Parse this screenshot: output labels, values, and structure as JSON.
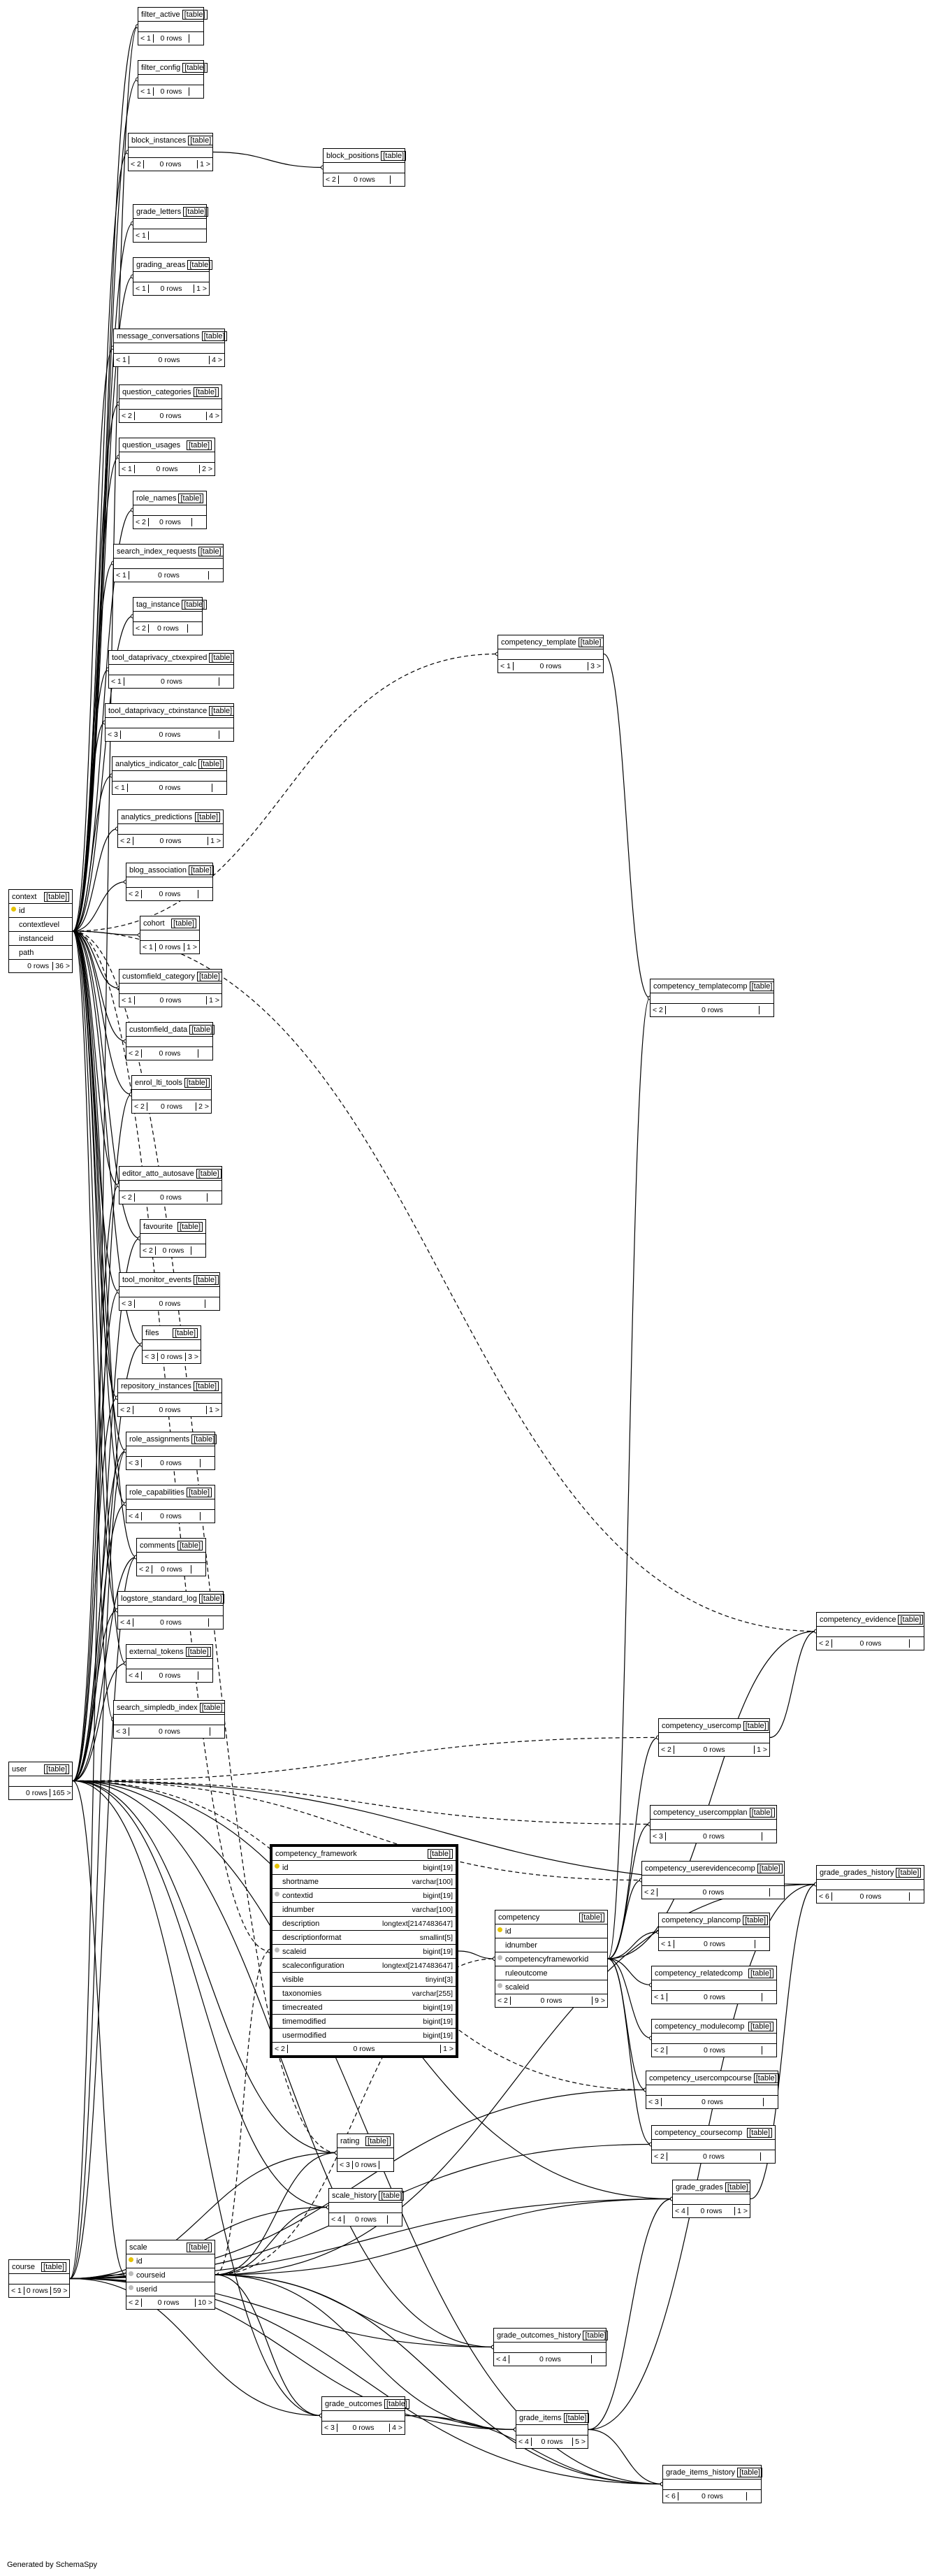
{
  "footer_text": "Generated by SchemaSpy",
  "tag_text": "[table]",
  "rows_suffix": "rows",
  "tables": [
    {
      "id": "filter_active",
      "name": "filter_active",
      "rows": "0",
      "parents": "1",
      "children": ""
    },
    {
      "id": "filter_config",
      "name": "filter_config",
      "rows": "0",
      "parents": "1",
      "children": ""
    },
    {
      "id": "block_instances",
      "name": "block_instances",
      "rows": "0",
      "parents": "2",
      "children": "1"
    },
    {
      "id": "block_positions",
      "name": "block_positions",
      "rows": "0",
      "parents": "2",
      "children": ""
    },
    {
      "id": "grade_letters",
      "name": "grade_letters",
      "rows": "",
      "parents": "1",
      "children": ""
    },
    {
      "id": "grading_areas",
      "name": "grading_areas",
      "rows": "0",
      "parents": "1",
      "children": "1"
    },
    {
      "id": "message_conversations",
      "name": "message_conversations",
      "rows": "0",
      "parents": "1",
      "children": "4"
    },
    {
      "id": "question_categories",
      "name": "question_categories",
      "rows": "0",
      "parents": "2",
      "children": "4"
    },
    {
      "id": "question_usages",
      "name": "question_usages",
      "rows": "0",
      "parents": "1",
      "children": "2"
    },
    {
      "id": "role_names",
      "name": "role_names",
      "rows": "0",
      "parents": "2",
      "children": ""
    },
    {
      "id": "search_index_requests",
      "name": "search_index_requests",
      "rows": "0",
      "parents": "1",
      "children": ""
    },
    {
      "id": "tag_instance",
      "name": "tag_instance",
      "rows": "0",
      "parents": "2",
      "children": ""
    },
    {
      "id": "tool_dataprivacy_ctxexpired",
      "name": "tool_dataprivacy_ctxexpired",
      "rows": "0",
      "parents": "1",
      "children": ""
    },
    {
      "id": "tool_dataprivacy_ctxinstance",
      "name": "tool_dataprivacy_ctxinstance",
      "rows": "0",
      "parents": "3",
      "children": ""
    },
    {
      "id": "analytics_indicator_calc",
      "name": "analytics_indicator_calc",
      "rows": "0",
      "parents": "1",
      "children": ""
    },
    {
      "id": "analytics_predictions",
      "name": "analytics_predictions",
      "rows": "0",
      "parents": "2",
      "children": "1"
    },
    {
      "id": "blog_association",
      "name": "blog_association",
      "rows": "0",
      "parents": "2",
      "children": ""
    },
    {
      "id": "cohort",
      "name": "cohort",
      "rows": "0",
      "parents": "1",
      "children": "1"
    },
    {
      "id": "customfield_category",
      "name": "customfield_category",
      "rows": "0",
      "parents": "1",
      "children": "1"
    },
    {
      "id": "customfield_data",
      "name": "customfield_data",
      "rows": "0",
      "parents": "2",
      "children": ""
    },
    {
      "id": "enrol_lti_tools",
      "name": "enrol_lti_tools",
      "rows": "0",
      "parents": "2",
      "children": "2"
    },
    {
      "id": "editor_atto_autosave",
      "name": "editor_atto_autosave",
      "rows": "0",
      "parents": "2",
      "children": ""
    },
    {
      "id": "favourite",
      "name": "favourite",
      "rows": "0",
      "parents": "2",
      "children": ""
    },
    {
      "id": "tool_monitor_events",
      "name": "tool_monitor_events",
      "rows": "0",
      "parents": "3",
      "children": ""
    },
    {
      "id": "files",
      "name": "files",
      "rows": "0",
      "parents": "3",
      "children": "3"
    },
    {
      "id": "repository_instances",
      "name": "repository_instances",
      "rows": "0",
      "parents": "2",
      "children": "1"
    },
    {
      "id": "role_assignments",
      "name": "role_assignments",
      "rows": "0",
      "parents": "3",
      "children": ""
    },
    {
      "id": "role_capabilities",
      "name": "role_capabilities",
      "rows": "0",
      "parents": "4",
      "children": ""
    },
    {
      "id": "comments",
      "name": "comments",
      "rows": "0",
      "parents": "2",
      "children": ""
    },
    {
      "id": "logstore_standard_log",
      "name": "logstore_standard_log",
      "rows": "0",
      "parents": "4",
      "children": ""
    },
    {
      "id": "external_tokens",
      "name": "external_tokens",
      "rows": "0",
      "parents": "4",
      "children": ""
    },
    {
      "id": "search_simpledb_index",
      "name": "search_simpledb_index",
      "rows": "0",
      "parents": "3",
      "children": ""
    },
    {
      "id": "context",
      "name": "context",
      "rows": "0",
      "parents": "",
      "children": "36",
      "columns": [
        {
          "name": "id",
          "key": "pk"
        },
        {
          "name": "contextlevel"
        },
        {
          "name": "instanceid"
        },
        {
          "name": "path"
        }
      ]
    },
    {
      "id": "user",
      "name": "user",
      "rows": "0",
      "parents": "",
      "children": "165"
    },
    {
      "id": "course",
      "name": "course",
      "rows": "0",
      "parents": "1",
      "children": "59"
    },
    {
      "id": "competency_template",
      "name": "competency_template",
      "rows": "0",
      "parents": "1",
      "children": "3"
    },
    {
      "id": "competency_templatecomp",
      "name": "competency_templatecomp",
      "rows": "0",
      "parents": "2",
      "children": ""
    },
    {
      "id": "competency_evidence",
      "name": "competency_evidence",
      "rows": "0",
      "parents": "2",
      "children": ""
    },
    {
      "id": "competency_usercomp",
      "name": "competency_usercomp",
      "rows": "0",
      "parents": "2",
      "children": "1"
    },
    {
      "id": "competency_usercompplan",
      "name": "competency_usercompplan",
      "rows": "0",
      "parents": "3",
      "children": ""
    },
    {
      "id": "competency_userevidencecomp",
      "name": "competency_userevidencecomp",
      "rows": "0",
      "parents": "2",
      "children": ""
    },
    {
      "id": "grade_grades_history",
      "name": "grade_grades_history",
      "rows": "0",
      "parents": "6",
      "children": ""
    },
    {
      "id": "competency_plancomp",
      "name": "competency_plancomp",
      "rows": "0",
      "parents": "1",
      "children": ""
    },
    {
      "id": "competency_relatedcomp",
      "name": "competency_relatedcomp",
      "rows": "0",
      "parents": "1",
      "children": ""
    },
    {
      "id": "competency_modulecomp",
      "name": "competency_modulecomp",
      "rows": "0",
      "parents": "2",
      "children": ""
    },
    {
      "id": "competency_usercompcourse",
      "name": "competency_usercompcourse",
      "rows": "0",
      "parents": "3",
      "children": ""
    },
    {
      "id": "competency_coursecomp",
      "name": "competency_coursecomp",
      "rows": "0",
      "parents": "2",
      "children": ""
    },
    {
      "id": "competency_framework",
      "name": "competency_framework",
      "rows": "0",
      "parents": "2",
      "children": "1",
      "columns": [
        {
          "name": "id",
          "type": "bigint[19]",
          "key": "pk"
        },
        {
          "name": "shortname",
          "type": "varchar[100]"
        },
        {
          "name": "contextid",
          "type": "bigint[19]",
          "key": "fk"
        },
        {
          "name": "idnumber",
          "type": "varchar[100]"
        },
        {
          "name": "description",
          "type": "longtext[2147483647]"
        },
        {
          "name": "descriptionformat",
          "type": "smallint[5]"
        },
        {
          "name": "scaleid",
          "type": "bigint[19]",
          "key": "fk"
        },
        {
          "name": "scaleconfiguration",
          "type": "longtext[2147483647]"
        },
        {
          "name": "visible",
          "type": "tinyint[3]"
        },
        {
          "name": "taxonomies",
          "type": "varchar[255]"
        },
        {
          "name": "timecreated",
          "type": "bigint[19]"
        },
        {
          "name": "timemodified",
          "type": "bigint[19]"
        },
        {
          "name": "usermodified",
          "type": "bigint[19]"
        }
      ]
    },
    {
      "id": "competency",
      "name": "competency",
      "rows": "0",
      "parents": "2",
      "children": "9",
      "columns": [
        {
          "name": "id",
          "key": "pk"
        },
        {
          "name": "idnumber"
        },
        {
          "name": "competencyframeworkid",
          "key": "fk"
        },
        {
          "name": "ruleoutcome"
        },
        {
          "name": "scaleid",
          "key": "fk"
        }
      ]
    },
    {
      "id": "rating",
      "name": "rating",
      "rows": "0",
      "parents": "3",
      "children": ""
    },
    {
      "id": "scale_history",
      "name": "scale_history",
      "rows": "0",
      "parents": "4",
      "children": ""
    },
    {
      "id": "grade_grades",
      "name": "grade_grades",
      "rows": "0",
      "parents": "4",
      "children": "1"
    },
    {
      "id": "scale",
      "name": "scale",
      "rows": "0",
      "parents": "2",
      "children": "10",
      "columns": [
        {
          "name": "id",
          "key": "pk"
        },
        {
          "name": "courseid",
          "key": "fk"
        },
        {
          "name": "userid",
          "key": "fk"
        }
      ]
    },
    {
      "id": "grade_outcomes_history",
      "name": "grade_outcomes_history",
      "rows": "0",
      "parents": "4",
      "children": ""
    },
    {
      "id": "grade_outcomes",
      "name": "grade_outcomes",
      "rows": "0",
      "parents": "3",
      "children": "4"
    },
    {
      "id": "grade_items",
      "name": "grade_items",
      "rows": "0",
      "parents": "4",
      "children": "5"
    },
    {
      "id": "grade_items_history",
      "name": "grade_items_history",
      "rows": "0",
      "parents": "6",
      "children": ""
    }
  ]
}
